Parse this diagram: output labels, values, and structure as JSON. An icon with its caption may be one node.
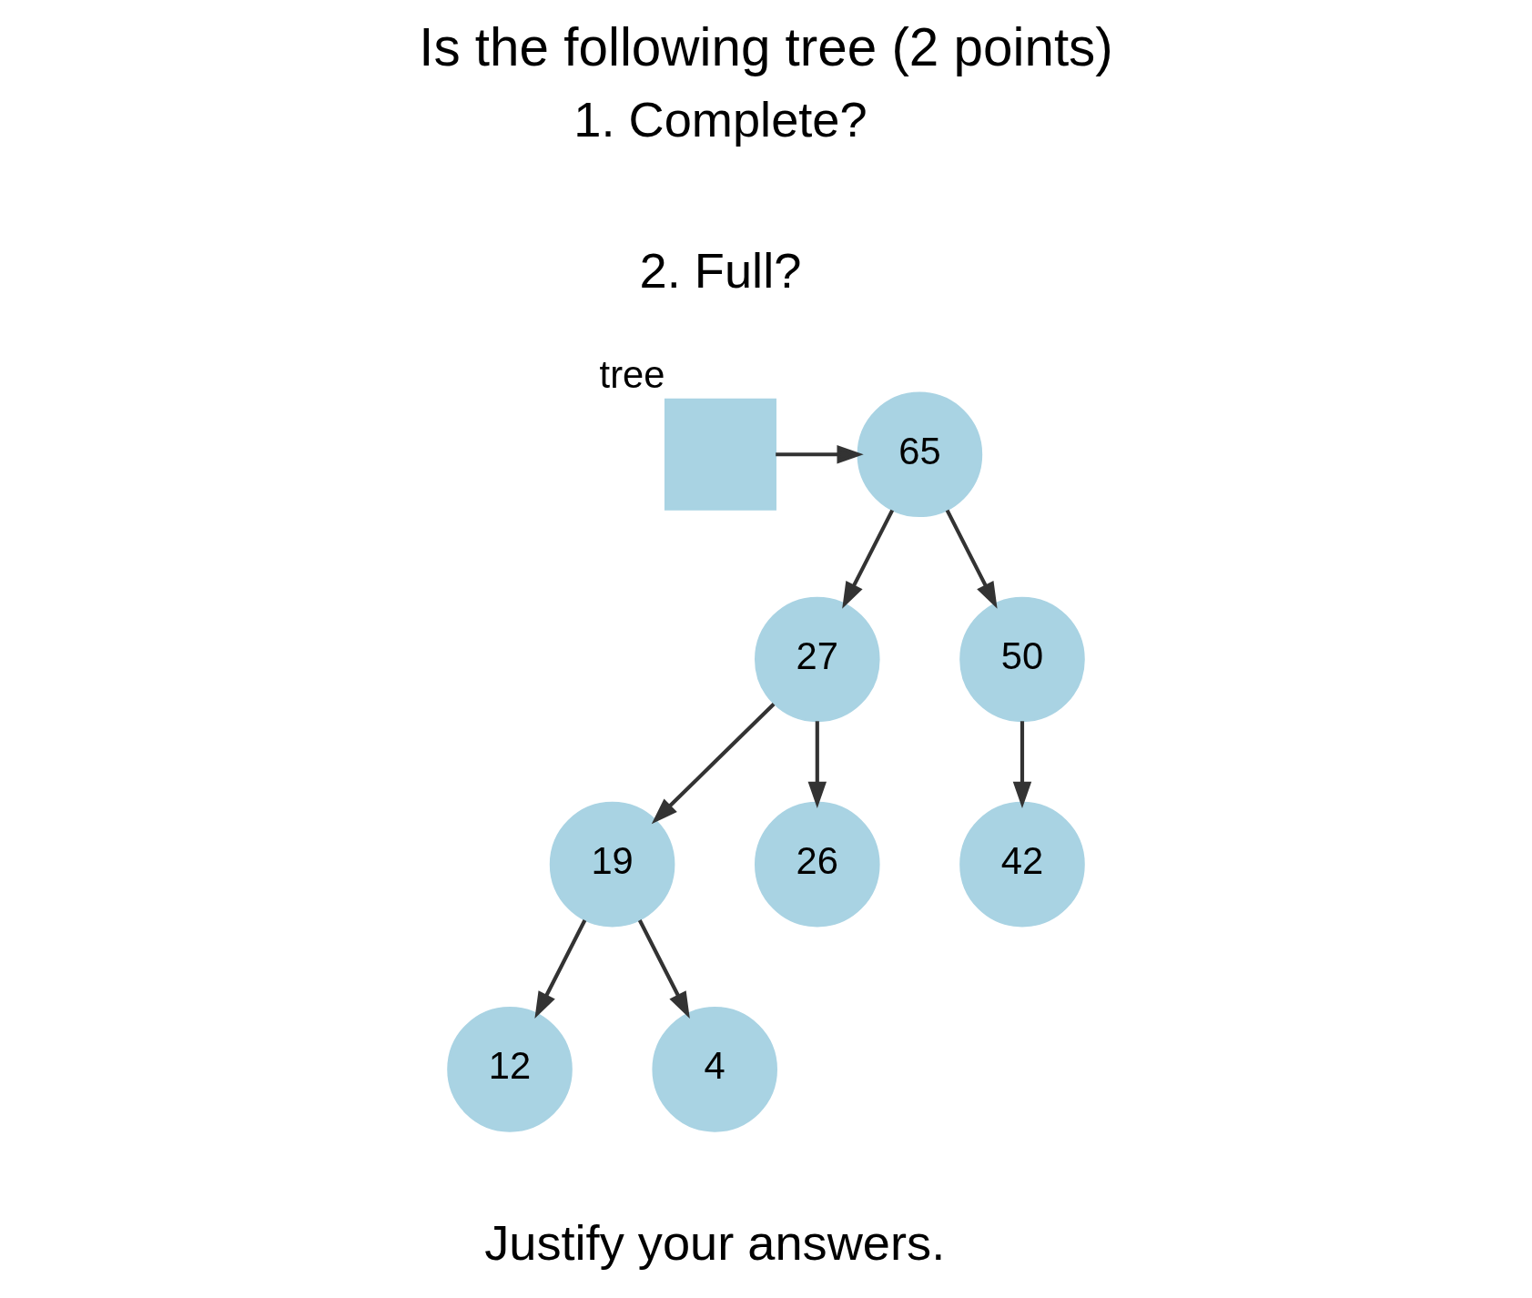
{
  "diagram": {
    "title": "Is the following tree (2 points)",
    "nodes": [
      {
        "text": [],
        "shape": "box",
        "beside": [
          "tree"
        ]
      },
      {
        "text": [
          "65"
        ]
      },
      {
        "text": [
          "27"
        ]
      },
      {
        "text": [
          "50"
        ]
      },
      {
        "text": [
          "19"
        ]
      },
      {
        "text": [
          "26"
        ]
      },
      {
        "text": [
          "42"
        ]
      },
      {
        "text": [
          "12"
        ]
      },
      {
        "text": [
          "4"
        ]
      }
    ],
    "edges": [
      {
        "from": 0,
        "to": 1,
        "arrow": "to"
      },
      {
        "from": 1,
        "to": 2,
        "arrow": "to"
      },
      {
        "from": 1,
        "to": 3,
        "arrow": "to"
      },
      {
        "from": 2,
        "to": 4,
        "arrow": "to"
      },
      {
        "from": 2,
        "to": 5,
        "arrow": "to"
      },
      {
        "from": 3,
        "to": 6,
        "arrow": "to"
      },
      {
        "from": 4,
        "to": 7,
        "arrow": "to"
      },
      {
        "from": 4,
        "to": 8,
        "arrow": "to"
      }
    ],
    "labels": [
      "1. Complete?",
      "2. Full?",
      "Justify your answers."
    ]
  }
}
